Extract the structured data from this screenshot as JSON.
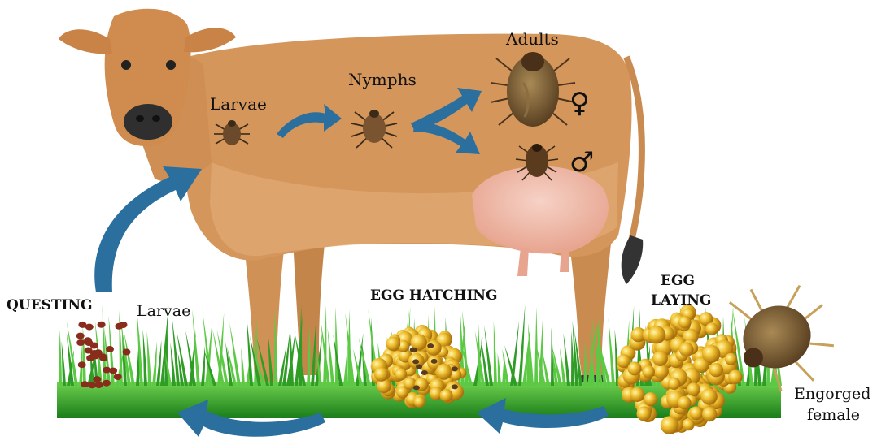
{
  "labels": {
    "larvae_on_host": "Larvae",
    "nymphs": "Nymphs",
    "adults": "Adults",
    "female_symbol": "♀",
    "male_symbol": "♂",
    "questing": "QUESTING",
    "larvae_ground": "Larvae",
    "egg_hatching": "EGG HATCHING",
    "egg_laying_line1": "EGG",
    "egg_laying_line2": "LAYING",
    "engorged_line1": "Engorged",
    "engorged_line2": "female"
  },
  "colors": {
    "cow_body": "#d4965a",
    "cow_light": "#e8b987",
    "arrow": "#2b6f9e",
    "grass_dark": "#1f8a1f",
    "grass_light": "#4cc03a",
    "egg": "#e8b422",
    "tick_brown": "#6b4a2b"
  }
}
